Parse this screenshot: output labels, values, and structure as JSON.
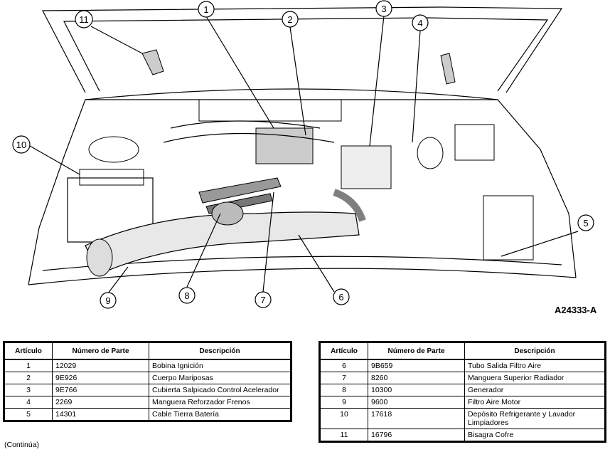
{
  "figure_id": "A24333-A",
  "callouts": [
    "1",
    "2",
    "3",
    "4",
    "5",
    "6",
    "7",
    "8",
    "9",
    "10",
    "11"
  ],
  "table_headers": {
    "articulo": "Artículo",
    "numero_de_parte": "Número de Parte",
    "descripcion": "Descripción"
  },
  "left_table": [
    {
      "item": "1",
      "part": "12029",
      "desc": "Bobina Ignición"
    },
    {
      "item": "2",
      "part": "9E926",
      "desc": "Cuerpo Mariposas"
    },
    {
      "item": "3",
      "part": "9E766",
      "desc": "Cubierta Salpicado Control Acelerador"
    },
    {
      "item": "4",
      "part": "2269",
      "desc": "Manguera Reforzador Frenos"
    },
    {
      "item": "5",
      "part": "14301",
      "desc": "Cable Tierra Batería"
    }
  ],
  "right_table": [
    {
      "item": "6",
      "part": "9B659",
      "desc": "Tubo Salida Filtro Aire"
    },
    {
      "item": "7",
      "part": "8260",
      "desc": "Manguera Superior Radiador"
    },
    {
      "item": "8",
      "part": "10300",
      "desc": "Generador"
    },
    {
      "item": "9",
      "part": "9600",
      "desc": "Filtro Aire Motor"
    },
    {
      "item": "10",
      "part": "17618",
      "desc": "Depósito Refrigerante y Lavador Limpiadores"
    },
    {
      "item": "11",
      "part": "16796",
      "desc": "Bisagra Cofre"
    }
  ],
  "continued_note": "(Continúa)"
}
